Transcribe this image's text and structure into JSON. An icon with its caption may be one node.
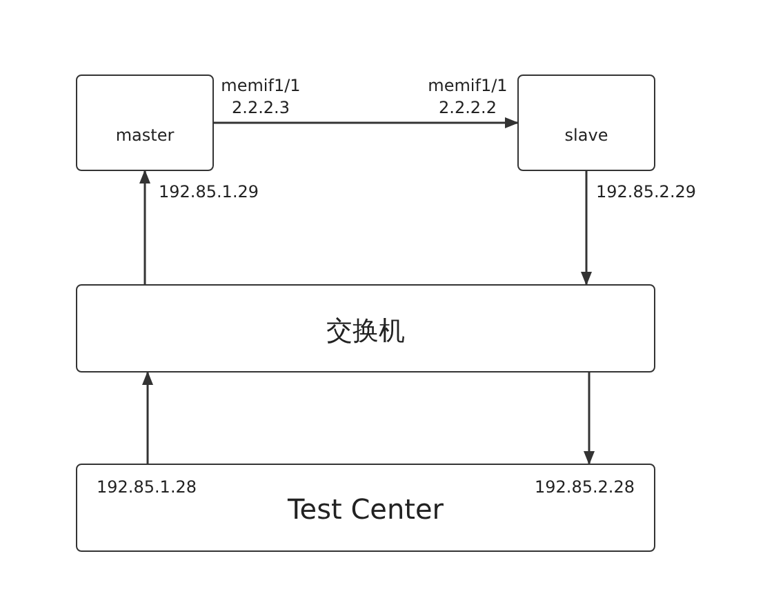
{
  "diagram": {
    "nodes": [
      {
        "text": [
          "master"
        ],
        "beside": [
          "memif1/1 2.2.2.3"
        ]
      },
      {
        "text": [
          "slave"
        ],
        "beside": [
          "memif1/1 2.2.2.2"
        ]
      },
      {
        "text": [
          "交换机"
        ]
      },
      {
        "text": [
          "192.85.1.28",
          "Test Center",
          "192.85.2.28"
        ]
      }
    ],
    "edges": [
      {
        "from": 0,
        "to": 1,
        "arrow": "to"
      },
      {
        "from": 2,
        "to": 0,
        "arrow": "to",
        "label": "192.85.1.29"
      },
      {
        "from": 1,
        "to": 2,
        "arrow": "to",
        "label": "192.85.2.29"
      },
      {
        "from": 3,
        "to": 2,
        "arrow": "to"
      },
      {
        "from": 2,
        "to": 3,
        "arrow": "to"
      }
    ]
  }
}
